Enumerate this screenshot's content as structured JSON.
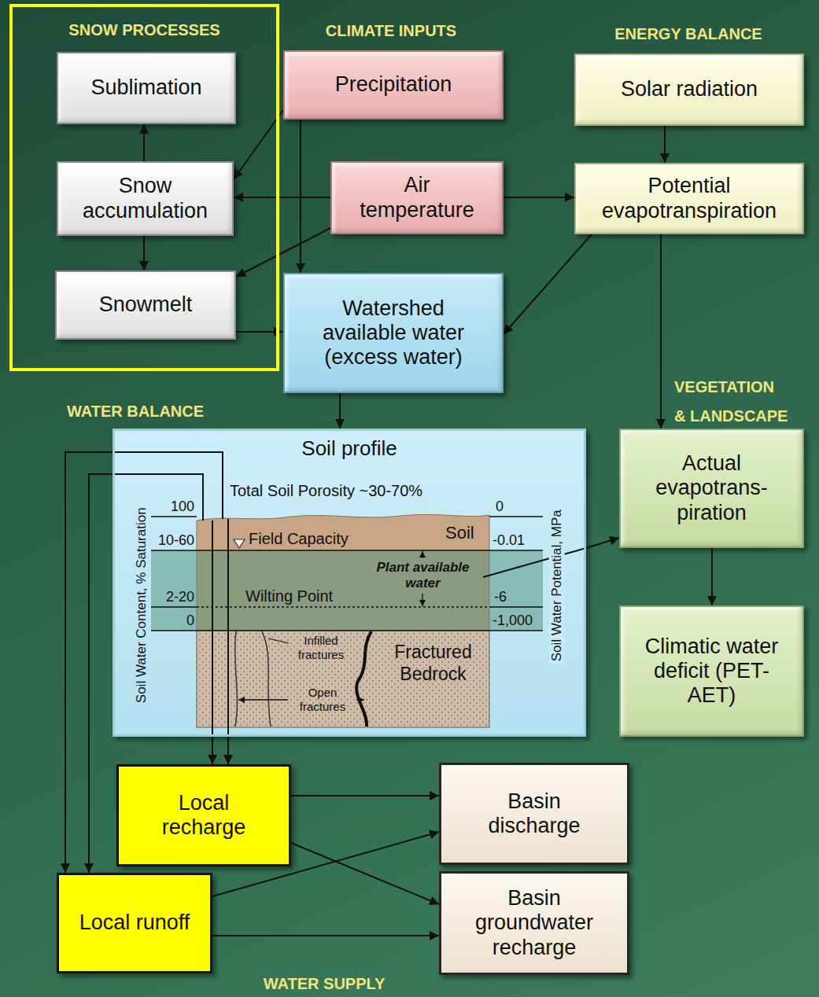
{
  "diagram": {
    "nodes": [
      {
        "text": [
          "SNOW PROCESSES"
        ]
      },
      {
        "text": [
          "Sublimation"
        ],
        "in": 0
      },
      {
        "text": [
          "Snow accumulation"
        ],
        "in": 0
      },
      {
        "text": [
          "Snowmelt"
        ],
        "in": 0
      },
      {
        "text": [
          "Precipitation"
        ]
      },
      {
        "text": [
          "Air temperature"
        ]
      },
      {
        "text": [
          "Solar radiation"
        ]
      },
      {
        "text": [
          "Potential evapotranspiration"
        ]
      },
      {
        "text": [
          "Watershed available water (excess water)"
        ]
      },
      {
        "text": [
          "Soil profile"
        ]
      },
      {
        "text": [
          "Actual evapotrans- piration"
        ]
      },
      {
        "text": [
          "Climatic water deficit (PET-AET)"
        ]
      },
      {
        "text": [
          "Local recharge"
        ]
      },
      {
        "text": [
          "Local runoff"
        ]
      },
      {
        "text": [
          "Basin discharge"
        ]
      },
      {
        "text": [
          "Basin groundwater recharge"
        ]
      }
    ],
    "edges": [
      {
        "from": 4,
        "to": 2,
        "arrow": "to"
      },
      {
        "from": 2,
        "to": 1,
        "arrow": "to"
      },
      {
        "from": 2,
        "to": 3,
        "arrow": "to"
      },
      {
        "from": 5,
        "to": 2,
        "arrow": "to"
      },
      {
        "from": 5,
        "to": 3,
        "arrow": "to"
      },
      {
        "from": 5,
        "to": 7,
        "arrow": "to"
      },
      {
        "from": 6,
        "to": 7,
        "arrow": "to"
      },
      {
        "from": 4,
        "to": 8,
        "arrow": "to"
      },
      {
        "from": 3,
        "to": 8,
        "arrow": "to"
      },
      {
        "from": 7,
        "to": 8,
        "arrow": "to"
      },
      {
        "from": 7,
        "to": 10,
        "arrow": "to"
      },
      {
        "from": 8,
        "to": 9,
        "arrow": "to"
      },
      {
        "from": 9,
        "to": 10,
        "arrow": "to"
      },
      {
        "from": 10,
        "to": 11,
        "arrow": "to"
      },
      {
        "from": 9,
        "to": 12,
        "arrow": "to"
      },
      {
        "from": 9,
        "to": 12,
        "arrow": "to"
      },
      {
        "from": 9,
        "to": 13,
        "arrow": "to"
      },
      {
        "from": 9,
        "to": 13,
        "arrow": "to"
      },
      {
        "from": 12,
        "to": 14,
        "arrow": "to"
      },
      {
        "from": 12,
        "to": 15,
        "arrow": "to"
      },
      {
        "from": 13,
        "to": 14,
        "arrow": "to"
      },
      {
        "from": 13,
        "to": 15,
        "arrow": "to"
      }
    ],
    "labels": [
      "CLIMATE INPUTS",
      "ENERGY BALANCE",
      "VEGETATION & LANDSCAPE",
      "WATER BALANCE",
      "Total Soil Porosity ~30-70%",
      "Soil Water Content, % Saturation",
      "100",
      "10-60",
      "2-20",
      "0",
      "Field Capacity",
      "Soil",
      "Plant available water",
      "Wilting Point",
      "Infilled fractures",
      "Open fractures",
      "Fractured Bedrock",
      "0",
      "-0.01",
      "-6",
      "-1,000",
      "Soil Water Potential, MPa",
      "WATER SUPPLY"
    ]
  }
}
